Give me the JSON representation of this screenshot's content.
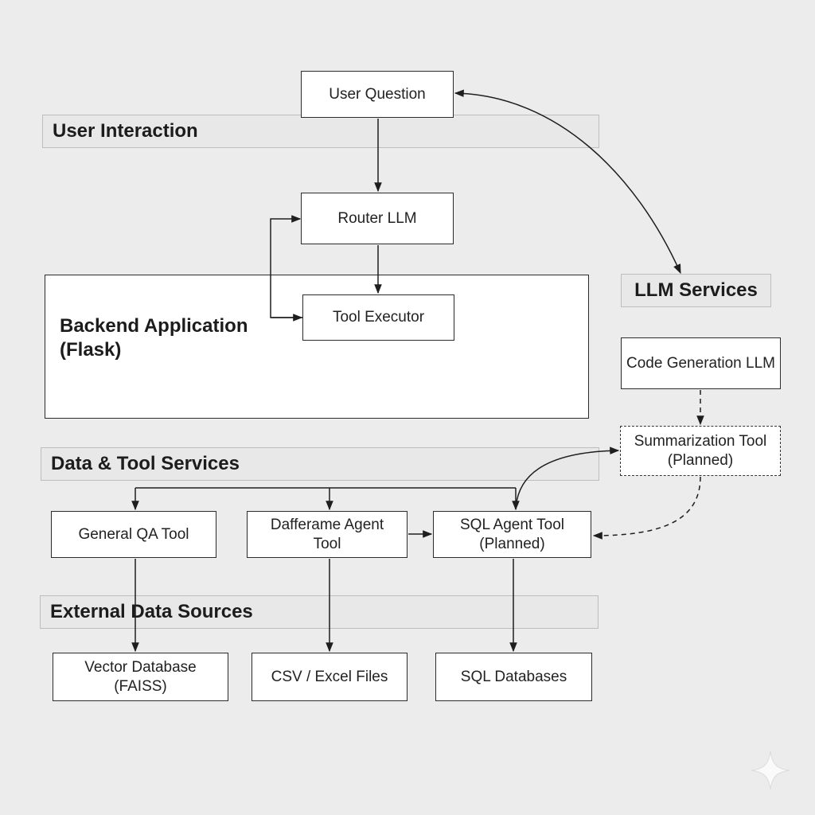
{
  "layers": {
    "user_interaction": "User Interaction",
    "data_tool_services": "Data & Tool Services",
    "external_data_sources": "External Data Sources",
    "llm_services": "LLM Services"
  },
  "backend": {
    "title_line1": "Backend Application",
    "title_line2": "(Flask)"
  },
  "nodes": {
    "user_question": "User Question",
    "router_llm": "Router LLM",
    "tool_executor": "Tool Executor",
    "code_generation_llm": "Code Generation LLM",
    "summarization_tool_line1": "Summarization Tool",
    "summarization_tool_line2": "(Planned)",
    "general_qa_tool": "General QA Tool",
    "dataframe_agent_line1": "Dafferame Agent",
    "dataframe_agent_line2": "Tool",
    "sql_agent_line1": "SQL Agent Tool",
    "sql_agent_line2": "(Planned)",
    "vector_database": "Vector Database (FAISS)",
    "csv_excel_files": "CSV / Excel Files",
    "sql_databases": "SQL Databases"
  },
  "colors": {
    "background": "#ececec",
    "band_fill": "#e8e8e8",
    "band_border": "#bdbdbd",
    "node_fill": "#ffffff",
    "stroke": "#2b2b2b"
  }
}
